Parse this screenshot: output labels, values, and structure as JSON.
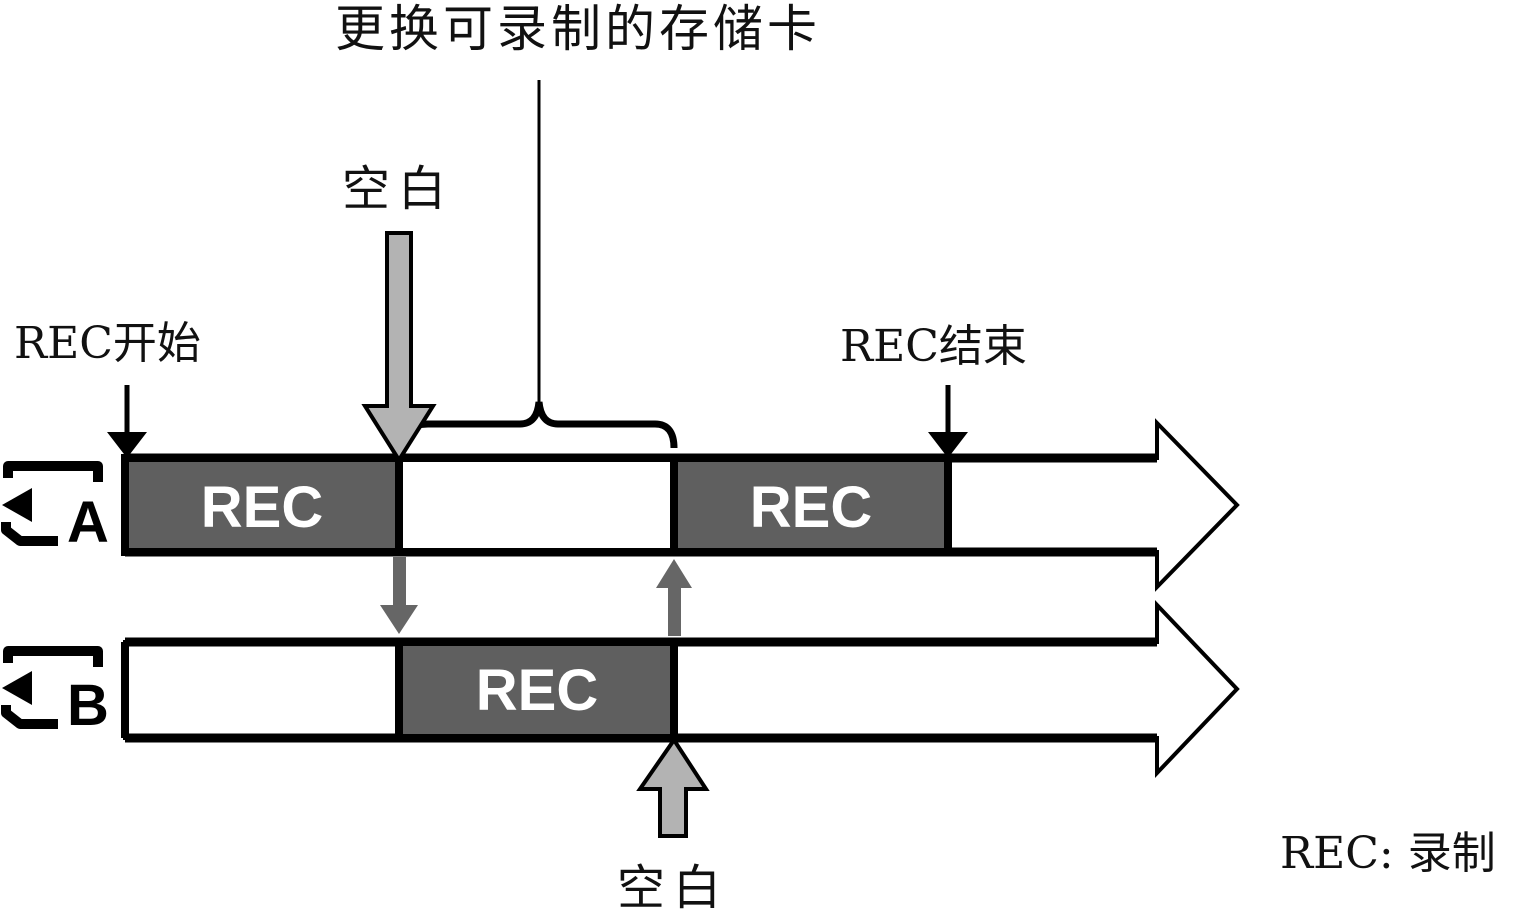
{
  "diagram": {
    "title": "更换可录制的存储卡",
    "labels": {
      "rec_start": "REC开始",
      "rec_end": "REC结束",
      "blank_top": "空白",
      "blank_bottom": "空白",
      "legend": "REC: 录制"
    },
    "slots": [
      {
        "id": "A",
        "label": "A",
        "segments": [
          {
            "text": "REC",
            "kind": "rec"
          },
          {
            "text": "",
            "kind": "blank"
          },
          {
            "text": "REC",
            "kind": "rec"
          },
          {
            "text": "",
            "kind": "empty"
          }
        ]
      },
      {
        "id": "B",
        "label": "B",
        "segments": [
          {
            "text": "",
            "kind": "empty"
          },
          {
            "text": "REC",
            "kind": "rec"
          },
          {
            "text": "",
            "kind": "empty"
          }
        ]
      }
    ],
    "colors": {
      "rec_fill": "#5f5f5f",
      "blank_arrow": "#b3b3b3",
      "switch_arrow": "#666666",
      "outline": "#000000",
      "background": "#ffffff"
    }
  }
}
